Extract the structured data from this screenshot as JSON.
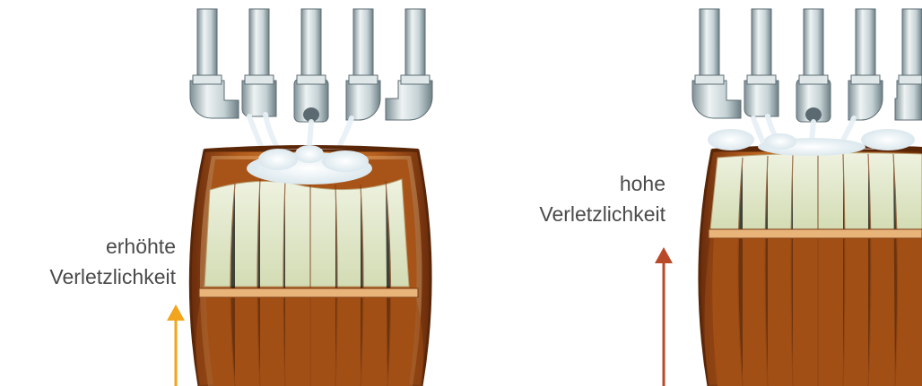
{
  "panels": [
    {
      "id": "left",
      "label_line1": "erhöhte",
      "label_line2": "Verletzlichkeit",
      "arrow_color": "#f2a51c",
      "fill_level": "mittel"
    },
    {
      "id": "right",
      "label_line1": "hohe",
      "label_line2": "Verletzlichkeit",
      "arrow_color": "#b84a2a",
      "fill_level": "hoch"
    }
  ],
  "colors": {
    "barrel_wood": "#c86a24",
    "barrel_dark": "#7a3410",
    "water": "#dfe6c8",
    "pipe": "#c9d6d8",
    "splash": "#f4f8fb"
  },
  "icons": [
    "pipe-icon",
    "barrel-icon",
    "water-icon",
    "arrow-up-icon"
  ]
}
